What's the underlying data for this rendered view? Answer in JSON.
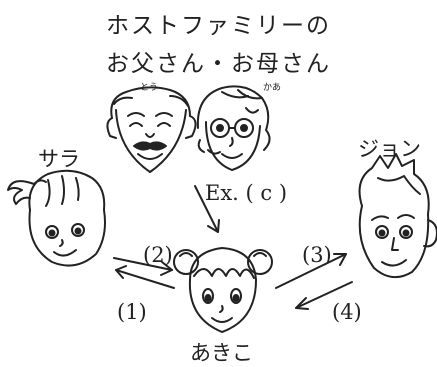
{
  "title": {
    "line1": "ホストファミリーの",
    "line2": "お父さん・お母さん",
    "ruby_father": "とう",
    "ruby_mother": "かあ"
  },
  "people": {
    "sara": "サラ",
    "john": "ジョン",
    "akiko": "あきこ"
  },
  "arrows": {
    "example": "Ex. ( c )",
    "a1": "(1)",
    "a2": "(2)",
    "a3": "(3)",
    "a4": "(4)"
  }
}
